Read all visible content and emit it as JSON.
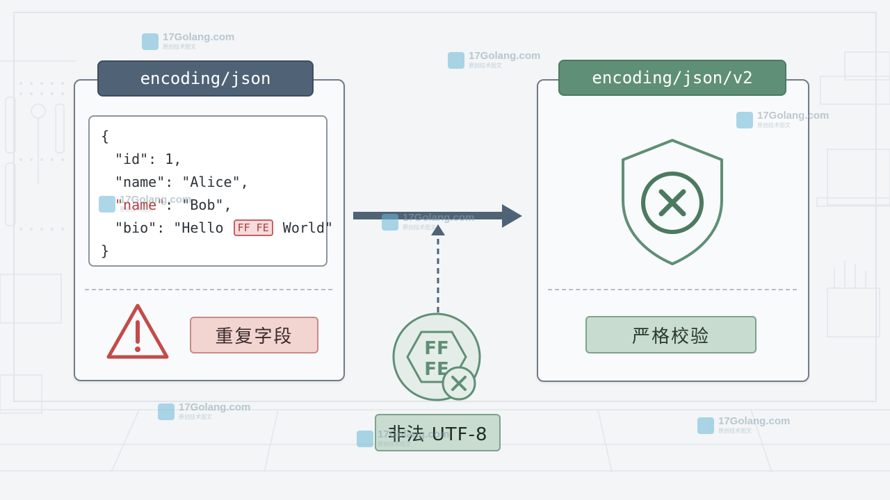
{
  "left_panel": {
    "tab_label": "encoding/json",
    "code": {
      "open_brace": "{",
      "line_id": "\"id\": 1,",
      "line_name_alice": "\"name\": \"Alice\",",
      "dup_key": "\"name\"",
      "dup_value": ": \"Bob\",",
      "bio_key": "\"bio\": \"Hello",
      "invalid_bytes": "FF FE",
      "bio_end": "World\"",
      "close_brace": "}"
    },
    "status_label": "重复字段"
  },
  "right_panel": {
    "tab_label": "encoding/json/v2",
    "status_label": "严格校验"
  },
  "invalid_input": {
    "hex_top": "FF",
    "hex_bottom": "FE",
    "label": "非法 UTF-8"
  },
  "watermark": {
    "site": "17Golang.com",
    "tagline": "原创技术图文"
  },
  "colors": {
    "left_accent": "#4f6276",
    "right_accent": "#5f8f76",
    "error_red": "#c44b4b"
  }
}
